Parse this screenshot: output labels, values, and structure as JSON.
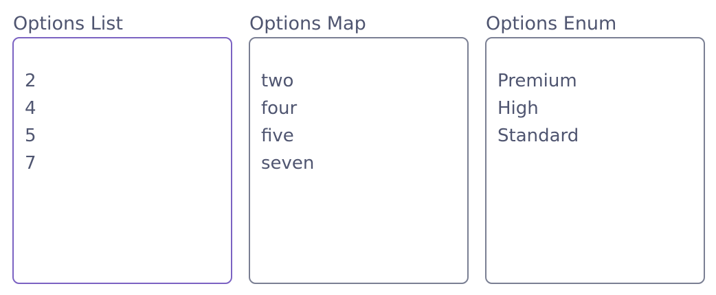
{
  "colors": {
    "text": "#4f5570",
    "border": "#7a7f93",
    "focus_border": "#7b62c2",
    "background": "#ffffff"
  },
  "options_list": {
    "label": "Options List",
    "options": [
      "2",
      "4",
      "5",
      "7"
    ]
  },
  "options_map": {
    "label": "Options Map",
    "options": [
      "two",
      "four",
      "five",
      "seven"
    ]
  },
  "options_enum": {
    "label": "Options Enum",
    "options": [
      "Premium",
      "High",
      "Standard"
    ]
  }
}
